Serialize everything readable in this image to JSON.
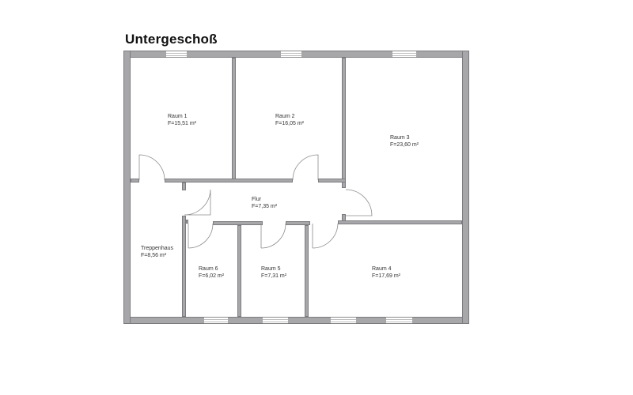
{
  "title": "Untergeschoß",
  "colors": {
    "wall_fill": "#a7a7aa",
    "wall_edge": "#7c7c80",
    "door_arc": "#8c8c8c",
    "background": "#ffffff",
    "text": "#333333"
  },
  "rooms": [
    {
      "name": "Raum 1",
      "area": "F=15,51 m²"
    },
    {
      "name": "Raum 2",
      "area": "F=16,05 m²"
    },
    {
      "name": "Raum 3",
      "area": "F=23,60 m²"
    },
    {
      "name": "Flur",
      "area": "F=7,35 m²"
    },
    {
      "name": "Treppenhaus",
      "area": "F=8,56 m²"
    },
    {
      "name": "Raum 6",
      "area": "F=6,02 m²"
    },
    {
      "name": "Raum 5",
      "area": "F=7,31 m²"
    },
    {
      "name": "Raum 4",
      "area": "F=17,69 m²"
    }
  ]
}
